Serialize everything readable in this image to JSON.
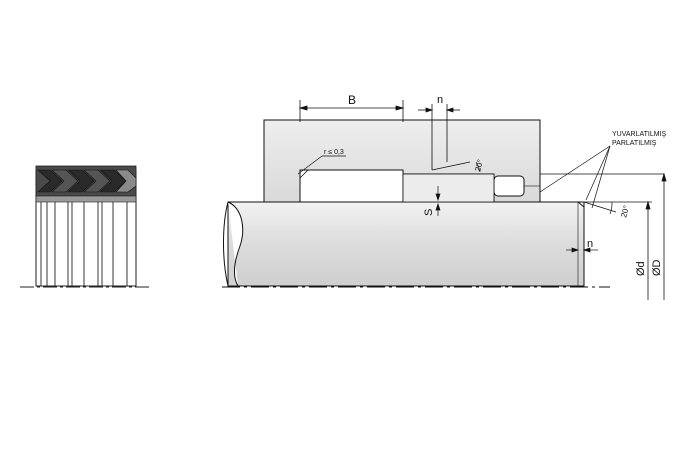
{
  "labels": {
    "width_B": "B",
    "chamfer_n_top": "n",
    "radius_note": "r ≤ 0,3",
    "angle_top": "20°",
    "gap_S": "S",
    "note_line1": "YUVARLATILMIŞ",
    "note_line2": "PARLATILMIŞ",
    "angle_rod": "20°",
    "chamfer_n_rod": "n",
    "rod_diameter": "Ød",
    "bore_diameter": "ØD"
  },
  "colors": {
    "housing_fill": "#e6e6e6",
    "rod_fill": "#e3e3e3",
    "seal_dark": "#333333",
    "seal_light": "#888888",
    "line": "#111111"
  }
}
